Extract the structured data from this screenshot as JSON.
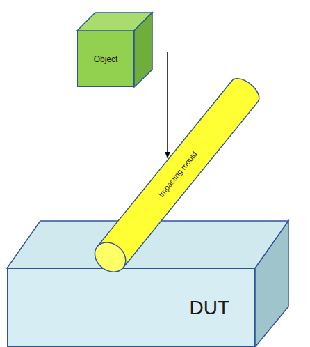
{
  "diagram": {
    "nodes": [
      {
        "text": [
          "Object"
        ]
      },
      {
        "text": [
          "Impacting mould"
        ]
      },
      {
        "text": [
          "DUT"
        ]
      }
    ],
    "edges": [
      {
        "from": 0,
        "to": 1,
        "arrow": "to"
      }
    ]
  }
}
